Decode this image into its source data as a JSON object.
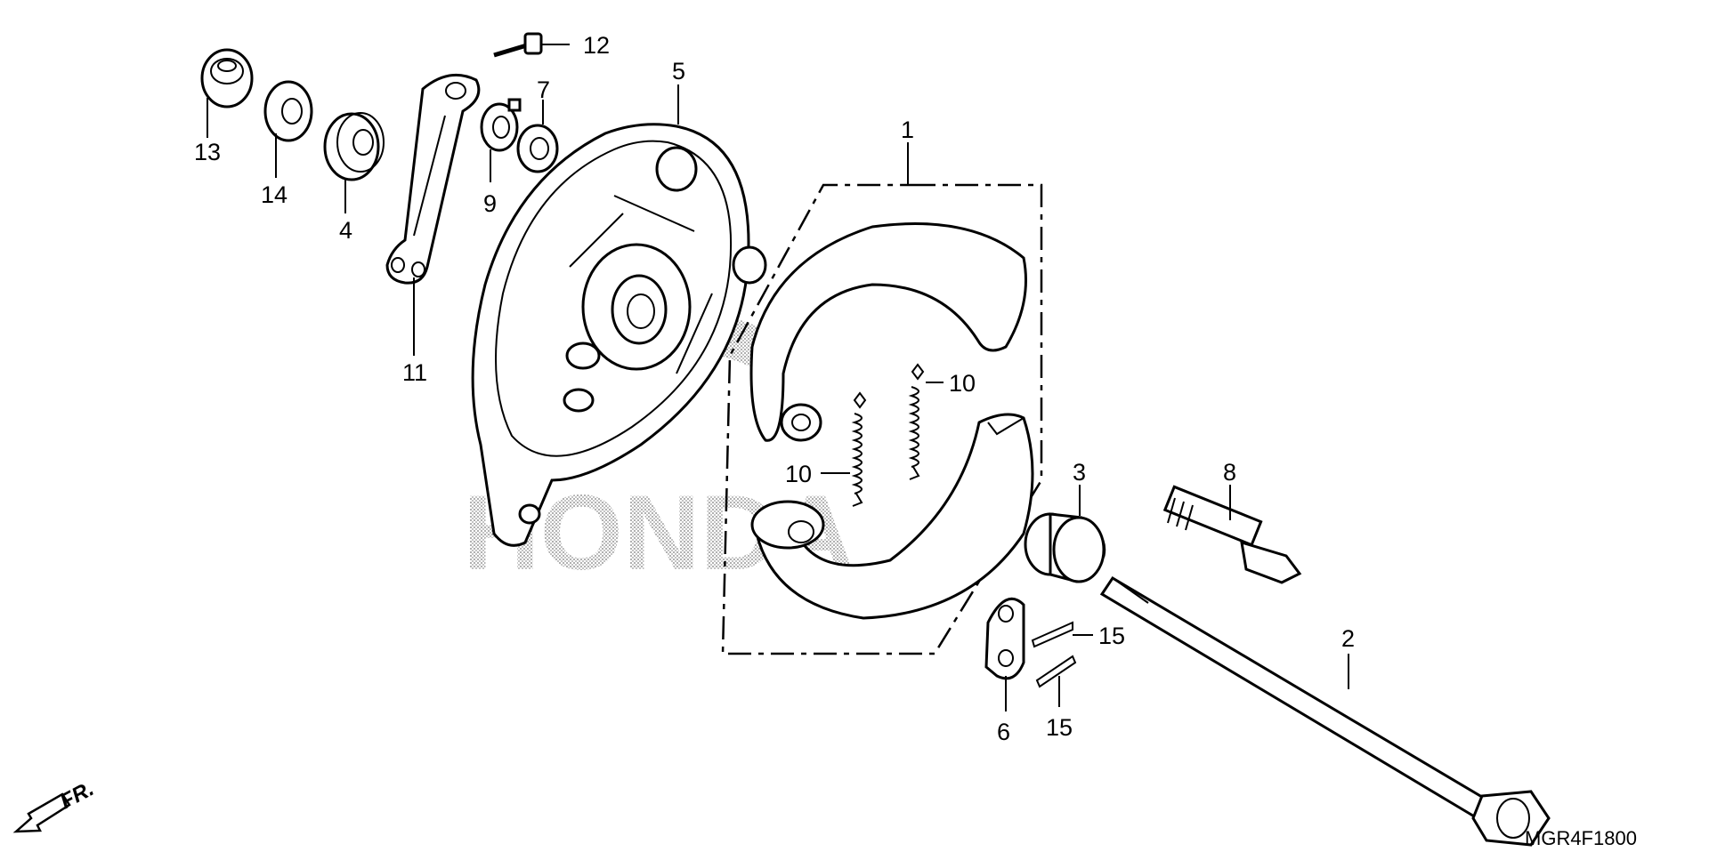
{
  "diagram": {
    "callouts": {
      "p1": "1",
      "p2": "2",
      "p3": "3",
      "p4": "4",
      "p5": "5",
      "p6": "6",
      "p7": "7",
      "p8": "8",
      "p9": "9",
      "p10a": "10",
      "p10b": "10",
      "p11": "11",
      "p12": "12",
      "p13": "13",
      "p14": "14",
      "p15a": "15",
      "p15b": "15"
    },
    "watermark": "HONDA",
    "direction_label": "FR.",
    "drawing_code": "MGR4F1800"
  }
}
